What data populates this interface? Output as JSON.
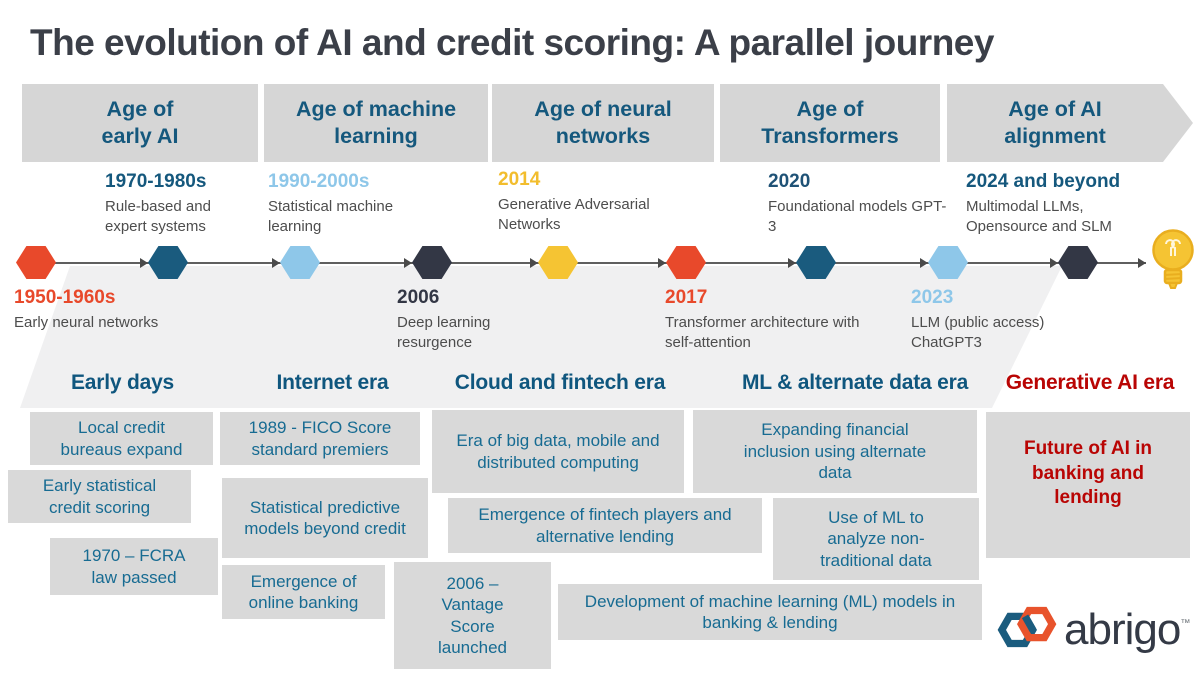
{
  "title": "The evolution of AI and credit scoring: A parallel journey",
  "palette": {
    "orange": "#E8492B",
    "dark_blue": "#1A5B7E",
    "light_blue": "#8EC7E9",
    "charcoal": "#333745",
    "yellow": "#F5C433",
    "red": "#B90504",
    "era_header_blue": "#0F567E",
    "banner_text_blue": "#15587D",
    "box_text_blue": "#176B92",
    "banner_gray": "#D6D6D6",
    "box_gray": "#D9D9D9",
    "band_gray": "#F0F0F1",
    "desc_gray": "#4D4D4D",
    "title_color": "#3B3F48"
  },
  "era_banners": [
    {
      "line1": "Age of",
      "line2": "early AI"
    },
    {
      "line1": "Age of machine",
      "line2": "learning"
    },
    {
      "line1": "Age of neural",
      "line2": "networks"
    },
    {
      "line1": "Age of",
      "line2": "Transformers"
    },
    {
      "line1": "Age of AI",
      "line2": "alignment"
    }
  ],
  "timeline": {
    "milestones": [
      {
        "year": "1950-1960s",
        "desc": "Early neural networks",
        "hex_color": "#E8492B",
        "year_color": "#E8492B",
        "placement": "below"
      },
      {
        "year": "1970-1980s",
        "desc": "Rule-based and expert systems",
        "hex_color": "#1A5B7E",
        "year_color": "#15587D",
        "placement": "above"
      },
      {
        "year": "1990-2000s",
        "desc": "Statistical machine learning",
        "hex_color": "#8EC7E9",
        "year_color": "#8EC7E9",
        "placement": "above"
      },
      {
        "year": "2006",
        "desc": "Deep learning resurgence",
        "hex_color": "#333745",
        "year_color": "#333745",
        "placement": "below"
      },
      {
        "year": "2014",
        "desc": "Generative Adversarial Networks",
        "hex_color": "#F5C433",
        "year_color": "#F2BD2D",
        "placement": "above"
      },
      {
        "year": "2017",
        "desc": "Transformer architecture with self-attention",
        "hex_color": "#E8492B",
        "year_color": "#E8492B",
        "placement": "below"
      },
      {
        "year": "2020",
        "desc": "Foundational models GPT-3",
        "hex_color": "#1A5B7E",
        "year_color": "#1F5276",
        "placement": "above"
      },
      {
        "year": "2023",
        "desc": "LLM (public access) ChatGPT3",
        "hex_color": "#8EC7E9",
        "year_color": "#8EC7E9",
        "placement": "below"
      },
      {
        "year": "2024 and beyond",
        "desc": "Multimodal LLMs, Opensource and SLM",
        "hex_color": "#333745",
        "year_color": "#15587D",
        "placement": "above"
      }
    ],
    "end_icon": "lightbulb-icon"
  },
  "credit_columns": [
    {
      "header": "Early days",
      "header_color": "#0F567E",
      "boxes": [
        "Local credit bureaus expand",
        "Early statistical credit scoring",
        "1970 – FCRA law passed"
      ]
    },
    {
      "header": "Internet era",
      "header_color": "#0F567E",
      "boxes": [
        "1989 - FICO Score standard premiers",
        "Statistical predictive models beyond credit",
        "Emergence of online banking"
      ]
    },
    {
      "header": "Cloud and fintech era",
      "header_color": "#0F567E",
      "boxes": [
        "Era of big data, mobile and distributed computing",
        "Emergence of fintech players and alternative lending",
        "2006 – Vantage Score launched",
        "Development of machine learning (ML) models in banking & lending"
      ]
    },
    {
      "header": "ML & alternate data era",
      "header_color": "#0F567E",
      "boxes": [
        "Expanding financial inclusion using alternate data",
        "Use of ML to analyze non-traditional data"
      ]
    },
    {
      "header": "Generative AI era",
      "header_color": "#B90504",
      "boxes": [
        "Future of AI in banking and lending"
      ]
    }
  ],
  "logo": {
    "brand": "abrigo",
    "tm": "™",
    "icon": "abrigo-hexagons-icon"
  }
}
